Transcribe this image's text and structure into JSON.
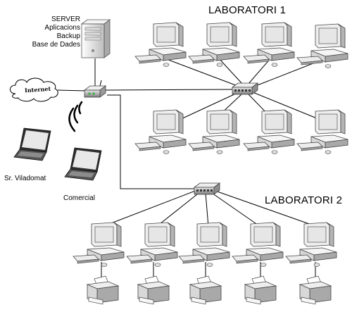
{
  "server": {
    "title": "SERVER",
    "roles": [
      "Aplicacions",
      "Backup",
      "Base de Dades"
    ]
  },
  "internet": {
    "label": "Internet"
  },
  "labs": [
    {
      "title": "LABORATORI 1"
    },
    {
      "title": "LABORATORI 2"
    }
  ],
  "laptops": [
    {
      "label": "Sr. Viladomat"
    },
    {
      "label": "Comercial"
    }
  ],
  "colors": {
    "line": "#000000",
    "device_light": "#f2f2f2",
    "device_mid": "#cfcfcf",
    "device_dark": "#8a8a8a",
    "screen": "#e9e9e9",
    "router_led": "#3cb043"
  }
}
